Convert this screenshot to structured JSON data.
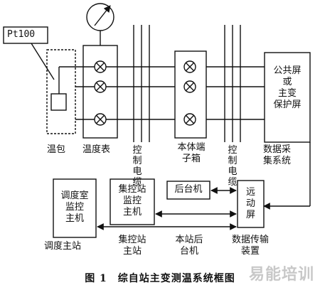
{
  "sensor": {
    "pt100": "Pt100",
    "bulb": "温包",
    "thermometer": "温度表"
  },
  "cable1": "控制电缆",
  "terminal_box": "本体端子箱",
  "cable2": "控制电缆",
  "protect_screen": [
    "公共屏",
    "或",
    "主变",
    "保护屏"
  ],
  "daq_system": [
    "数据采",
    "集系统"
  ],
  "dispatch_host": [
    "调度室",
    "监控",
    "主机"
  ],
  "central_host": [
    "集控站",
    "监控",
    "主机"
  ],
  "backend": "后台机",
  "remote_screen": [
    "远",
    "动",
    "屏"
  ],
  "labels": {
    "dispatch_master": "调度主站",
    "central_master": [
      "集控站",
      "主站"
    ],
    "local_backend": [
      "本站后",
      "台机"
    ],
    "data_transfer": [
      "数据传输",
      "装置"
    ]
  },
  "caption": "图 1　综自站主变测温系统框图",
  "watermark": "易能培训"
}
